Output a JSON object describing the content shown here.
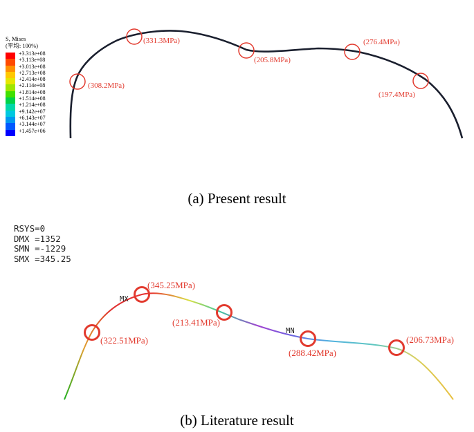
{
  "panel_a": {
    "legend": {
      "title_line1": "S, Mises",
      "title_line2": "(平均: 100%)",
      "values": [
        "+3.313e+08",
        "+3.113e+08",
        "+3.013e+08",
        "+2.713e+08",
        "+2.414e+08",
        "+2.114e+08",
        "+1.814e+08",
        "+1.514e+08",
        "+1.214e+08",
        "+9.142e+07",
        "+6.143e+07",
        "+3.144e+07",
        "+1.457e+06"
      ],
      "colors": [
        "#ff0000",
        "#ff4a00",
        "#ff9000",
        "#ffc800",
        "#e6e600",
        "#9fe600",
        "#40e000",
        "#00d248",
        "#00d8a8",
        "#00c8e0",
        "#0098f0",
        "#0058ff",
        "#0000ff"
      ]
    },
    "callouts": [
      "(331.3MPa)",
      "(205.8MPa)",
      "(276.4MPa)",
      "(308.2MPa)",
      "(197.4MPa)"
    ],
    "caption": "(a) Present result"
  },
  "panel_b": {
    "info": [
      "RSYS=0",
      "DMX =1352",
      "SMN =-1229",
      "SMX =345.25"
    ],
    "mx_label": "MX",
    "mn_label": "MN",
    "callouts": [
      "(345.25MPa)",
      "(213.41MPa)",
      "(322.51MPa)",
      "(288.42MPa)",
      "(206.73MPa)"
    ],
    "caption": "(b) Literature result"
  },
  "colors": {
    "marker": "#e23a2e",
    "curve_a": "#1a1f2e"
  }
}
